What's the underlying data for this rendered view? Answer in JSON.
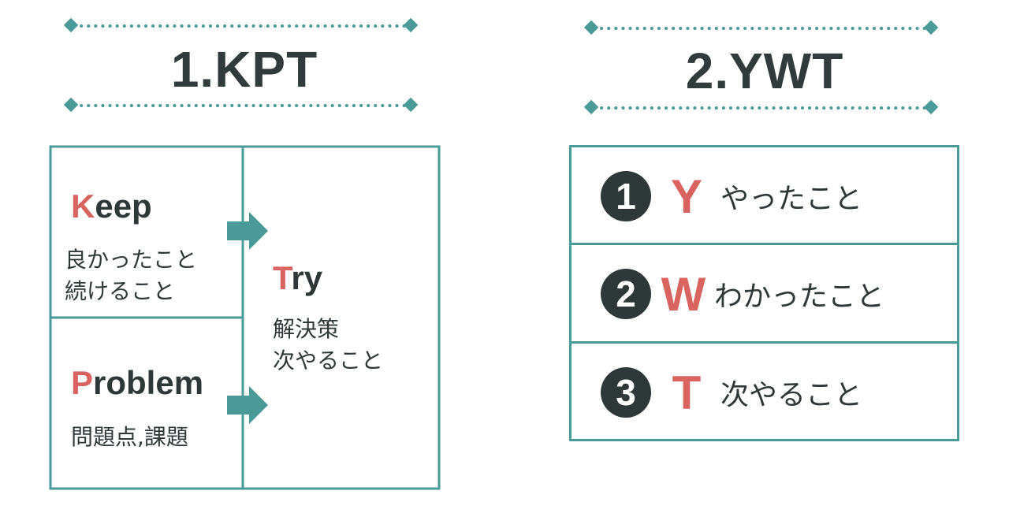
{
  "colors": {
    "teal": "#4a9a9a",
    "accent": "#d9635f",
    "dark": "#2f3838"
  },
  "kpt": {
    "title": "1.KPT",
    "keep": {
      "initial": "K",
      "rest": "eep",
      "lines": [
        "良かったこと",
        "続けること"
      ]
    },
    "problem": {
      "initial": "P",
      "rest": "roblem",
      "lines": [
        "問題点,課題"
      ]
    },
    "try": {
      "initial": "T",
      "rest": "ry",
      "lines": [
        "解決策",
        "次やること"
      ]
    }
  },
  "ywt": {
    "title": "2.YWT",
    "rows": [
      {
        "number": "1",
        "letter": "Y",
        "text": "やったこと"
      },
      {
        "number": "2",
        "letter": "W",
        "text": "わかったこと"
      },
      {
        "number": "3",
        "letter": "T",
        "text": "次やること"
      }
    ]
  }
}
